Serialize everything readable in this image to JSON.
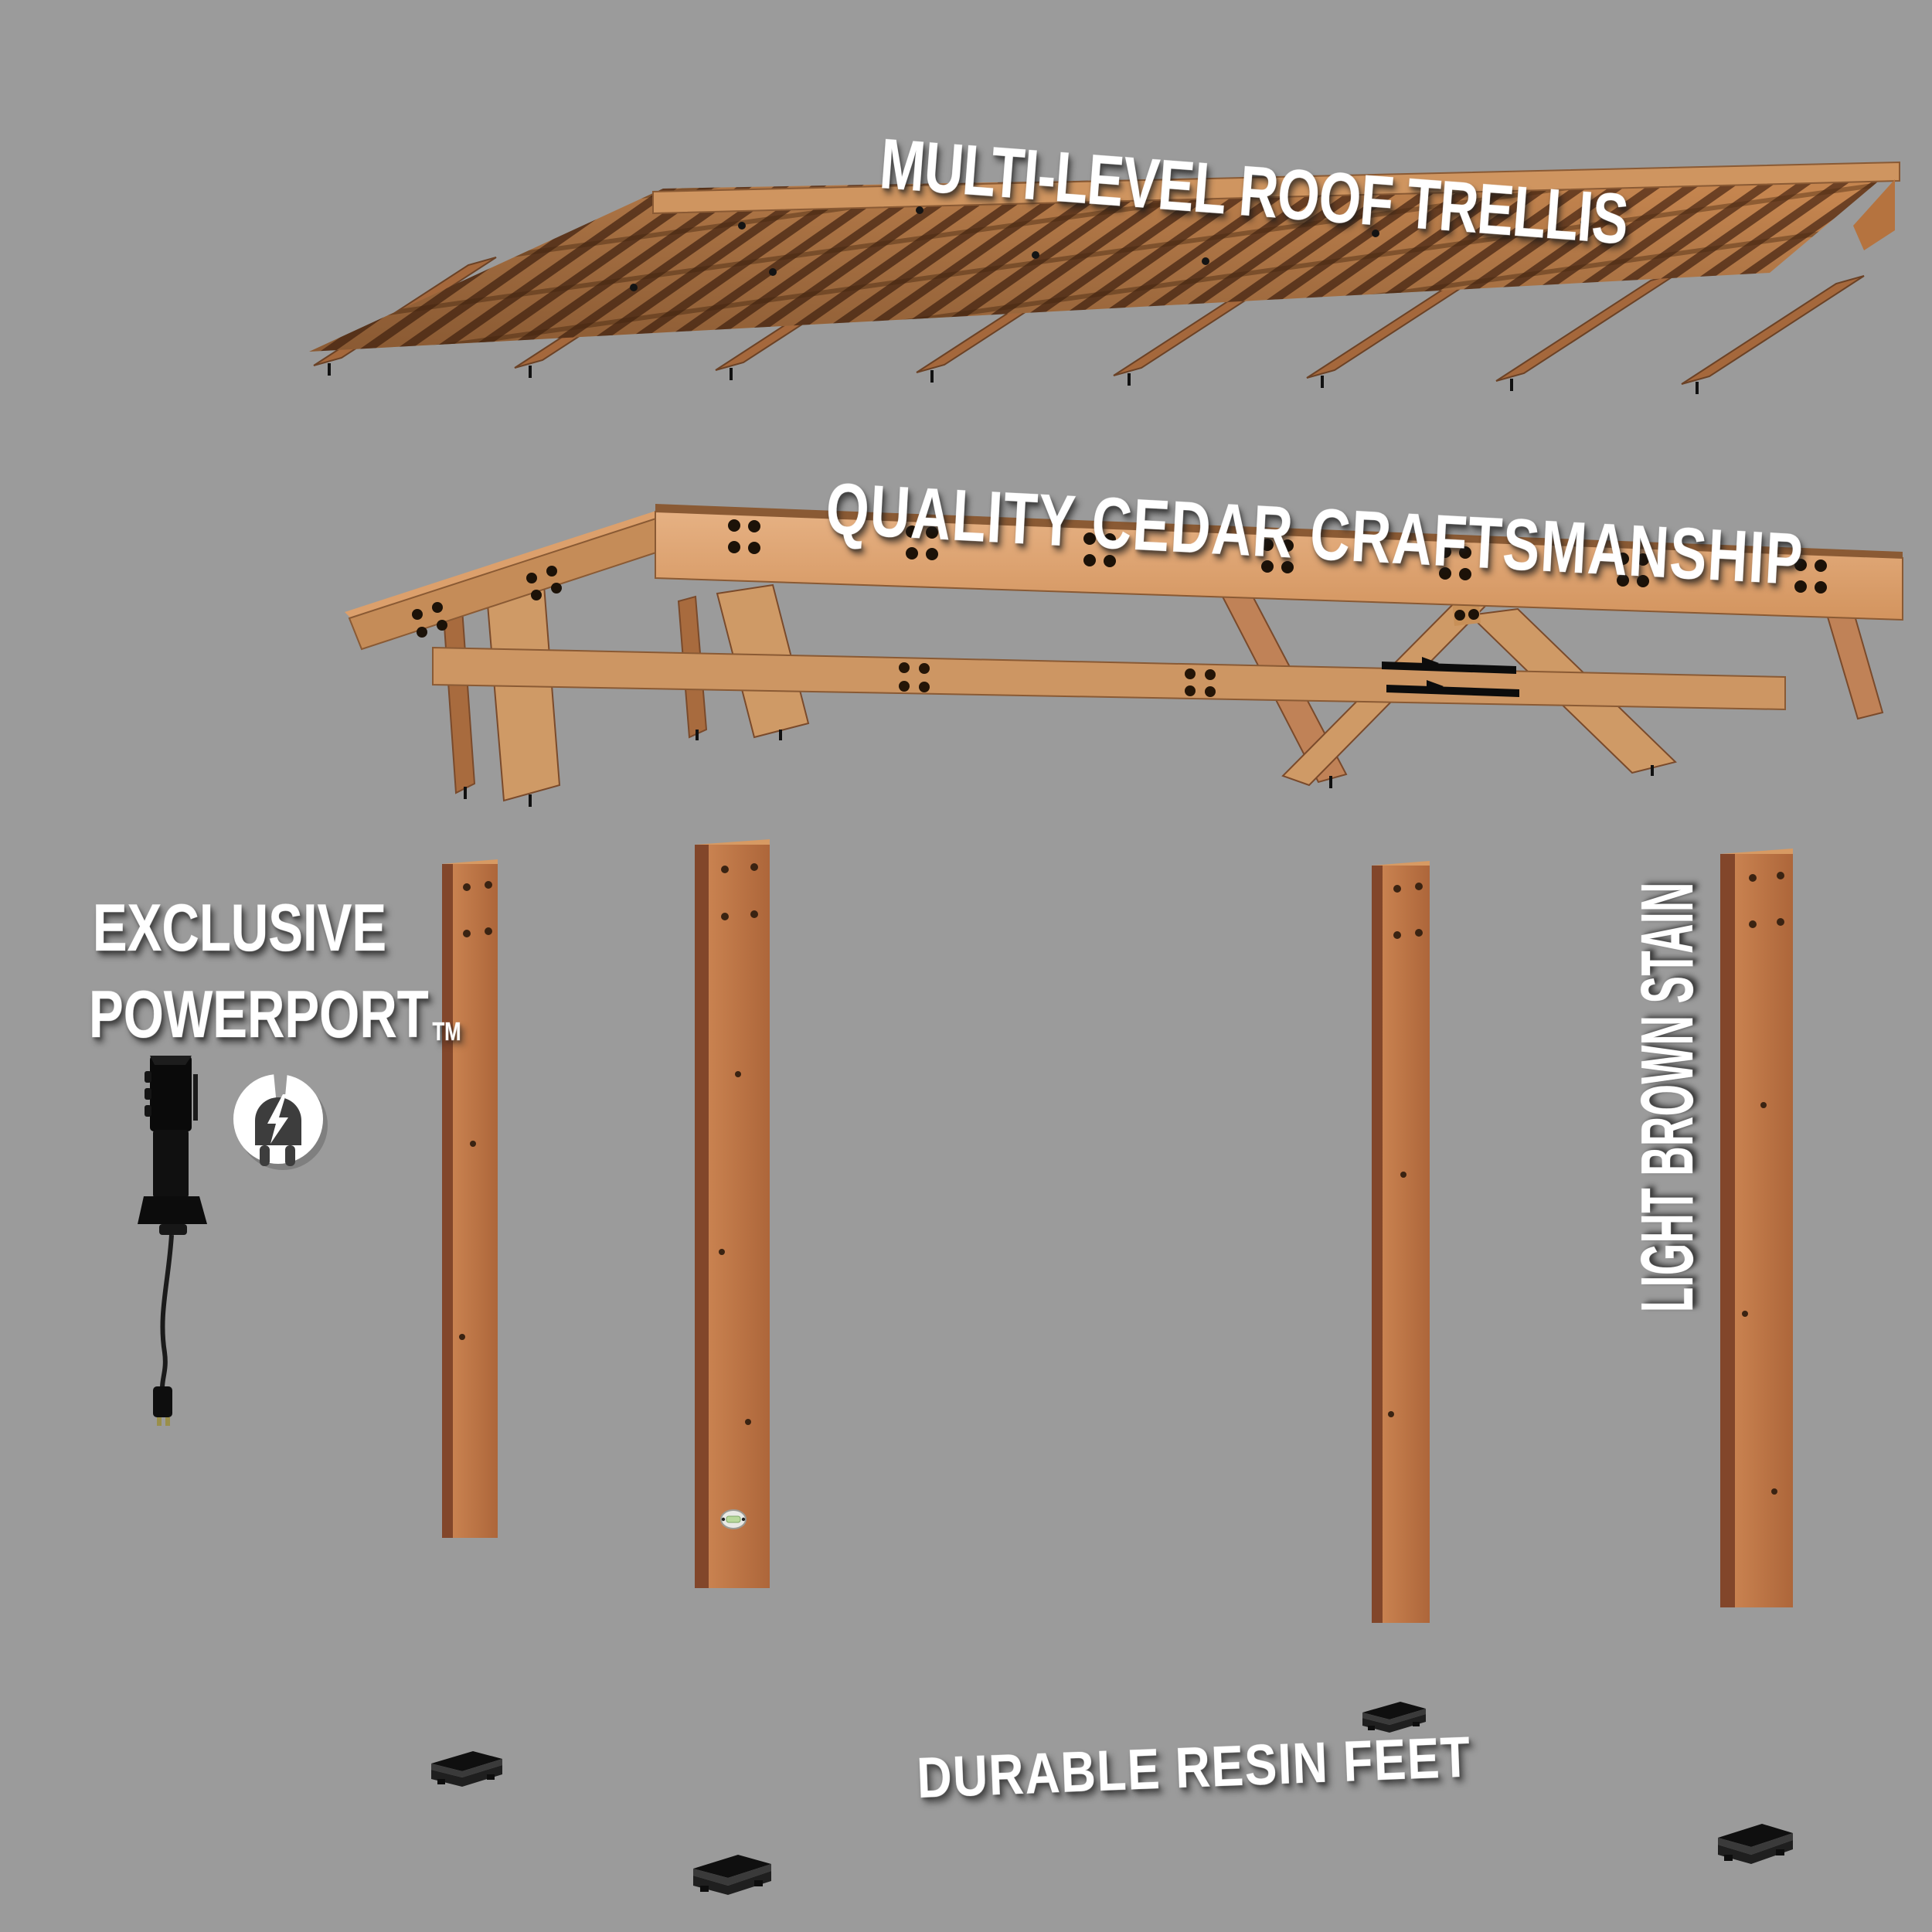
{
  "labels": {
    "roof_trellis": "MULTI-LEVEL ROOF TRELLIS",
    "craftsmanship": "QUALITY CEDAR CRAFTSMANSHIP",
    "powerport_line1": "EXCLUSIVE",
    "powerport_line2": "POWERPORT",
    "powerport_trademark": "TM",
    "stain": "LIGHT BROWN STAIN",
    "resin_feet": "DURABLE RESIN FEET"
  },
  "colors": {
    "background": "#9b9b9b",
    "label_text": "#ffffff",
    "wood_beam_light": "#e0a877",
    "wood_mid": "#c5854f",
    "wood_post_light": "#bd7748",
    "wood_post_dark": "#82462a",
    "wood_gap_dark": "#6d4124",
    "brace_light": "#cf9a66",
    "resin_foot_black": "#141414",
    "powerport_black": "#0d0d0d",
    "level_vial_green": "#b9d99b"
  },
  "icons": [
    {
      "name": "power-plug-icon",
      "meaning": "white circle with electrical plug and lightning bolt"
    },
    {
      "name": "powerport-device",
      "meaning": "black wall-mount power outlet with hanging cord and plug"
    }
  ],
  "parts": [
    {
      "name": "multi-level-roof-trellis"
    },
    {
      "name": "cedar-beam-frame"
    },
    {
      "name": "cedar-post",
      "count": 4
    },
    {
      "name": "resin-foot",
      "count": 4
    },
    {
      "name": "bubble-level-badge"
    }
  ]
}
